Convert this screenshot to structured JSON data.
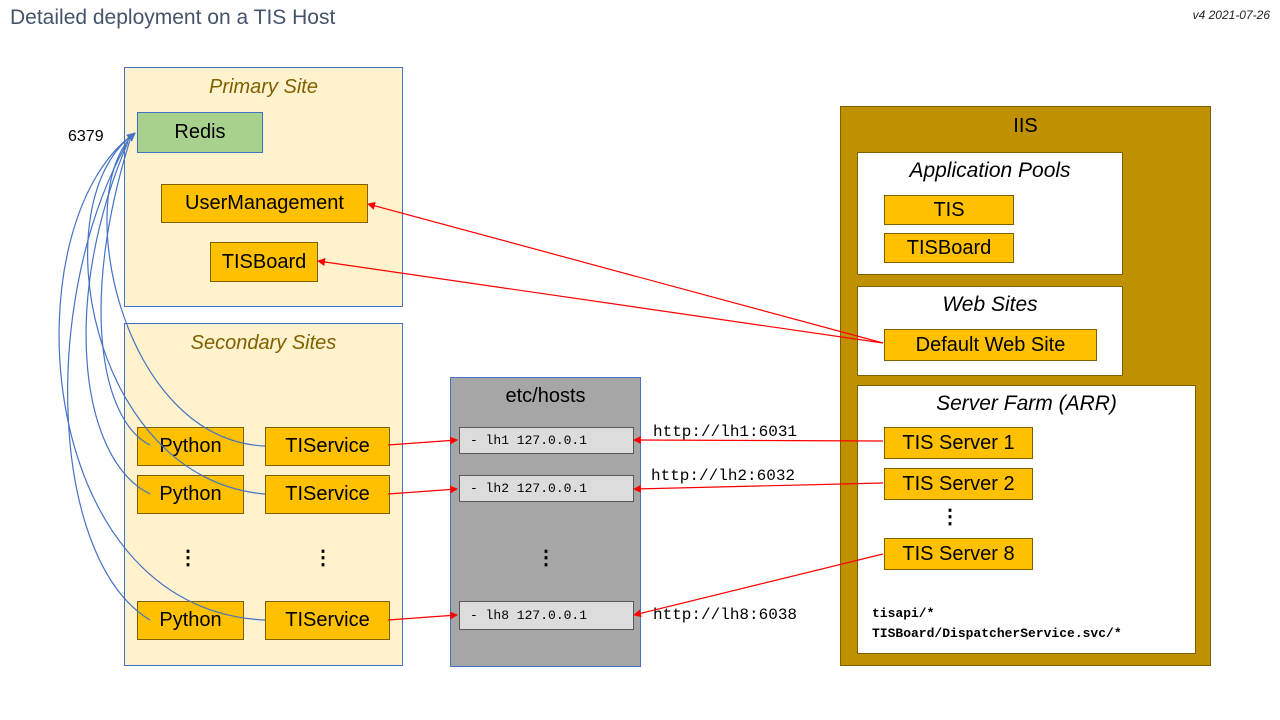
{
  "header": {
    "title": "Detailed deployment on a TIS Host",
    "version": "v4 2021-07-26"
  },
  "primary_site": {
    "title": "Primary Site",
    "redis": "Redis",
    "redis_port": "6379",
    "user_management": "UserManagement",
    "tisboard": "TISBoard"
  },
  "secondary_sites": {
    "title": "Secondary Sites",
    "rows": [
      {
        "python": "Python",
        "service": "TIService"
      },
      {
        "python": "Python",
        "service": "TIService"
      },
      {
        "python": "Python",
        "service": "TIService"
      }
    ],
    "ellipsis": "⋮"
  },
  "hosts": {
    "title": "etc/hosts",
    "entries": [
      "- lh1 127.0.0.1",
      "- lh2 127.0.0.1",
      "- lh8 127.0.0.1"
    ],
    "ellipsis": "⋮"
  },
  "urls": [
    "http://lh1:6031",
    "http://lh2:6032",
    "http://lh8:6038"
  ],
  "iis": {
    "title": "IIS",
    "app_pools": {
      "title": "Application Pools",
      "items": [
        "TIS",
        "TISBoard"
      ]
    },
    "web_sites": {
      "title": "Web Sites",
      "items": [
        "Default Web Site"
      ]
    },
    "server_farm": {
      "title": "Server Farm (ARR)",
      "servers": [
        "TIS Server 1",
        "TIS Server 2",
        "TIS Server 8"
      ],
      "ellipsis": "⋮",
      "routes": [
        "tisapi/*",
        "TISBoard/DispatcherService.svc/*"
      ]
    }
  },
  "colors": {
    "arrow_red": "#ff0000",
    "arrow_blue": "#4472c4",
    "box_orange": "#ffc000",
    "redis_green": "#a9d18e",
    "site_panel": "#fff2cc",
    "iis_panel": "#bf9000"
  }
}
